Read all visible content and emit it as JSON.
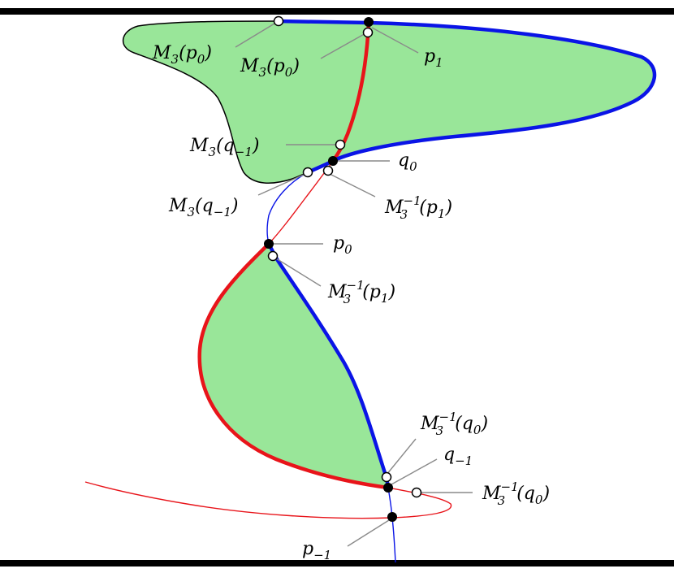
{
  "colors": {
    "region_fill": "#99e699",
    "red_curve": "#e8141a",
    "blue_curve": "#0a14e6",
    "boundary_bar": "#000000",
    "leader": "#8a8a8a"
  },
  "labels": {
    "top_m3p0_a": {
      "base": "M",
      "sub": "3",
      "arg": "p",
      "argsub": "0"
    },
    "top_m3p0_b": {
      "base": "M",
      "sub": "3",
      "arg": "p",
      "argsub": "0"
    },
    "p1": {
      "base": "p",
      "sub": "1"
    },
    "m3qm1_upper": {
      "base": "M",
      "sub": "3",
      "arg": "q",
      "argsub": "−1"
    },
    "q0": {
      "base": "q",
      "sub": "0"
    },
    "m3qm1_lower": {
      "base": "M",
      "sub": "3",
      "arg": "q",
      "argsub": "−1"
    },
    "m3inv_p1_a": {
      "base": "M",
      "sub": "3",
      "sup": "−1",
      "arg": "p",
      "argsub": "1"
    },
    "p0": {
      "base": "p",
      "sub": "0"
    },
    "m3inv_p1_b": {
      "base": "M",
      "sub": "3",
      "sup": "−1",
      "arg": "p",
      "argsub": "1"
    },
    "m3inv_q0_a": {
      "base": "M",
      "sub": "3",
      "sup": "−1",
      "arg": "q",
      "argsub": "0"
    },
    "qm1": {
      "base": "q",
      "sub": "−1"
    },
    "m3inv_q0_b": {
      "base": "M",
      "sub": "3",
      "sup": "−1",
      "arg": "q",
      "argsub": "0"
    },
    "pm1": {
      "base": "p",
      "sub": "−1"
    }
  }
}
